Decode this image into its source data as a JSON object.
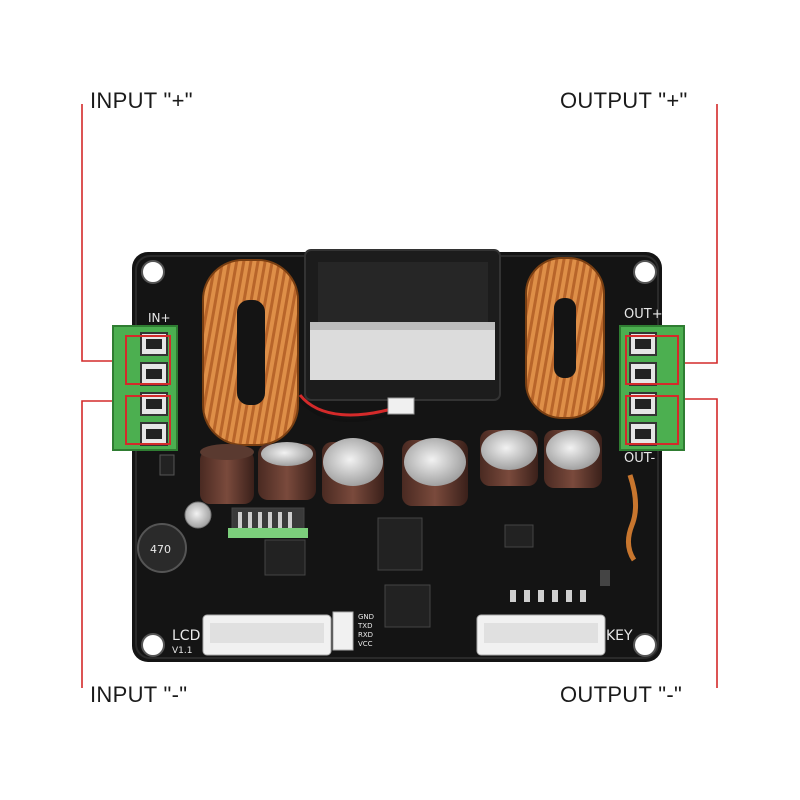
{
  "callouts": {
    "input_plus": "INPUT \"+\"",
    "output_plus": "OUTPUT \"+\"",
    "input_minus": "INPUT \"-\"",
    "output_minus": "OUTPUT \"-\""
  },
  "silkscreen": {
    "in_plus": "IN+",
    "out_plus": "OUT+",
    "out_minus": "OUT-",
    "lcd": "LCD",
    "version": "V1.1",
    "key": "KEY",
    "inductor_code": "470",
    "uart_pins": [
      "GND",
      "TXD",
      "RXD",
      "VCC"
    ]
  },
  "colors": {
    "board": "#141414",
    "callout_line": "#d42a2a",
    "terminal_green": "#4caf50",
    "copper": "#c8762e"
  }
}
